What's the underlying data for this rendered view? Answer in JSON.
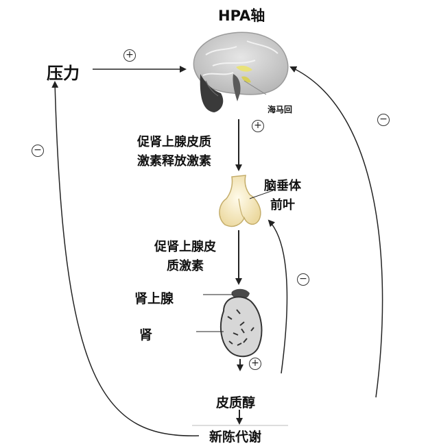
{
  "title": "HPA轴",
  "nodes": {
    "stress": "压力",
    "hippocampus": "海马回",
    "crh_line1": "促肾上腺皮质",
    "crh_line2": "激素释放激素",
    "pituitary_line1": "脑垂体",
    "pituitary_line2": "前叶",
    "acth_line1": "促肾上腺皮",
    "acth_line2": "质激素",
    "adrenal": "肾上腺",
    "kidney": "肾",
    "cortisol": "皮质醇",
    "metabolism": "新陈代谢"
  },
  "signs": {
    "stress_to_brain": "+",
    "brain_to_pituitary": "+",
    "adrenal_output": "+",
    "feedback_brain": "−",
    "feedback_pituitary": "−",
    "feedback_stress": "−"
  },
  "colors": {
    "brain_gray": "#c9c9c9",
    "brain_dark": "#333333",
    "pituitary_fill": "#f6ebc6",
    "kidney_fill": "#d9d9d9",
    "line": "#222222"
  }
}
